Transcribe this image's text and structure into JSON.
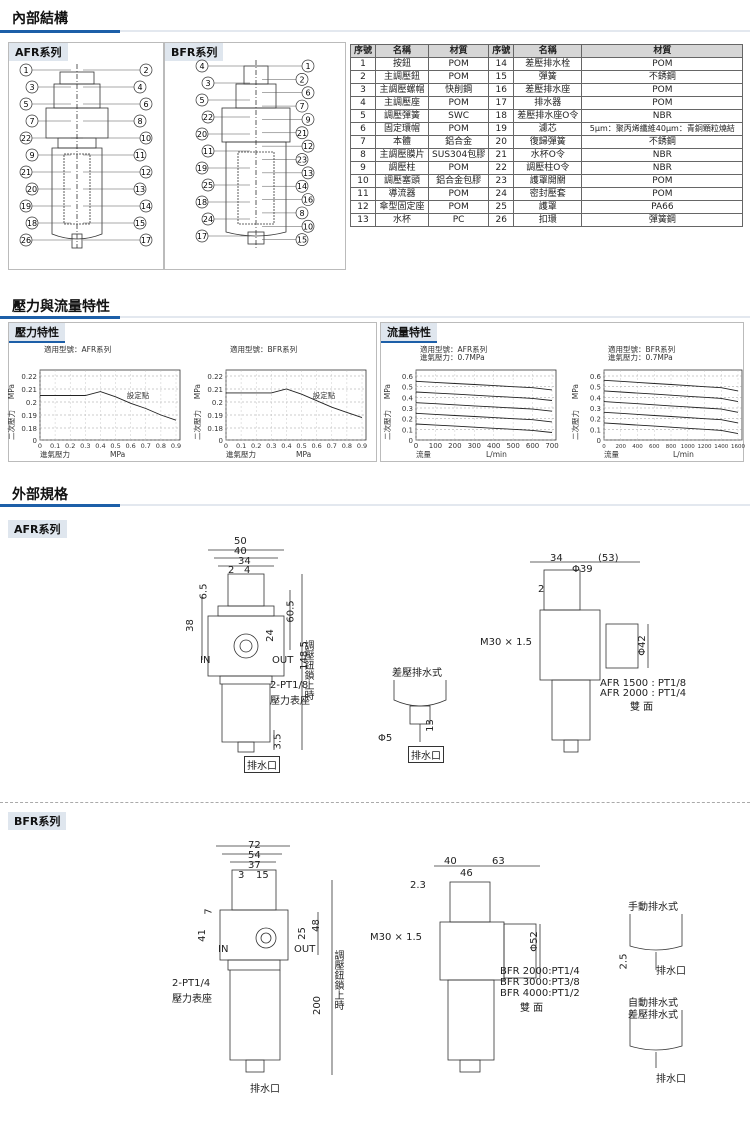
{
  "section1": {
    "title": "內部結構",
    "afr_tag": "AFR系列",
    "bfr_tag": "BFR系列"
  },
  "parts_table": {
    "headers": [
      "序號",
      "名稱",
      "材質",
      "序號",
      "名稱",
      "材質"
    ],
    "rows": [
      [
        "1",
        "按鈕",
        "POM",
        "14",
        "差壓排水栓",
        "POM"
      ],
      [
        "2",
        "主調壓鈕",
        "POM",
        "15",
        "彈簧",
        "不銹鋼"
      ],
      [
        "3",
        "主調壓螺帽",
        "快削鋼",
        "16",
        "差壓排水座",
        "POM"
      ],
      [
        "4",
        "主調壓座",
        "POM",
        "17",
        "排水器",
        "POM"
      ],
      [
        "5",
        "調壓彈簧",
        "SWC",
        "18",
        "差壓排水座O令",
        "NBR"
      ],
      [
        "6",
        "固定環帽",
        "POM",
        "19",
        "濾芯",
        "5μm：聚丙烯纖維40μm：青銅顆粒燒結"
      ],
      [
        "7",
        "本體",
        "鋁合金",
        "20",
        "復歸彈簧",
        "不銹鋼"
      ],
      [
        "8",
        "主調壓膜片",
        "SUS304包膠",
        "21",
        "水杯O令",
        "NBR"
      ],
      [
        "9",
        "調壓柱",
        "POM",
        "22",
        "調壓柱O令",
        "NBR"
      ],
      [
        "10",
        "調壓塞頭",
        "鋁合金包膠",
        "23",
        "護罩開關",
        "POM"
      ],
      [
        "11",
        "導流器",
        "POM",
        "24",
        "密封壓套",
        "POM"
      ],
      [
        "12",
        "傘型固定座",
        "POM",
        "25",
        "護罩",
        "PA66"
      ],
      [
        "13",
        "水杯",
        "PC",
        "26",
        "扣環",
        "彈簧鋼"
      ]
    ]
  },
  "afr_numbers_left": [
    "1",
    "3",
    "5",
    "7",
    "22",
    "9",
    "21",
    "20",
    "19",
    "18",
    "26"
  ],
  "afr_numbers_right": [
    "2",
    "4",
    "6",
    "8",
    "10",
    "11",
    "12",
    "13",
    "14",
    "15",
    "17"
  ],
  "bfr_numbers_left": [
    "4",
    "3",
    "5",
    "22",
    "20",
    "11",
    "19",
    "25",
    "18",
    "24",
    "17"
  ],
  "bfr_numbers_right": [
    "1",
    "2",
    "6",
    "7",
    "9",
    "21",
    "12",
    "23",
    "13",
    "14",
    "16",
    "8",
    "10",
    "15"
  ],
  "section2": {
    "title": "壓力與流量特性",
    "pressure_tag": "壓力特性",
    "flow_tag": "流量特性"
  },
  "chart_data": [
    {
      "type": "line",
      "title": "適用型號：AFR系列",
      "xlabel": "進氣壓力",
      "xunit": "MPa",
      "ylabel": "二次壓力",
      "yunit": "MPa",
      "x": [
        0,
        0.1,
        0.2,
        0.3,
        0.4,
        0.5,
        0.6,
        0.7,
        0.8,
        0.9
      ],
      "yticks": [
        0.22,
        0.21,
        0.2,
        0.19,
        0.18,
        0
      ],
      "annotation": "設定點",
      "series": [
        {
          "values": [
            0.205,
            0.205,
            0.205,
            0.205,
            0.208,
            0.204,
            0.199,
            0.195,
            0.19,
            0.186
          ]
        }
      ]
    },
    {
      "type": "line",
      "title": "適用型號：BFR系列",
      "xlabel": "進氣壓力",
      "xunit": "MPa",
      "ylabel": "二次壓力",
      "yunit": "MPa",
      "x": [
        0,
        0.1,
        0.2,
        0.3,
        0.4,
        0.5,
        0.6,
        0.7,
        0.8,
        0.9
      ],
      "yticks": [
        0.22,
        0.21,
        0.2,
        0.19,
        0.18,
        0
      ],
      "annotation": "設定點",
      "series": [
        {
          "values": [
            0.207,
            0.207,
            0.207,
            0.207,
            0.21,
            0.206,
            0.201,
            0.196,
            0.192,
            0.188
          ]
        }
      ]
    },
    {
      "type": "line",
      "title": "適用型號：AFR系列",
      "subtitle": "進氣壓力：0.7MPa",
      "xlabel": "流量",
      "xunit": "L/min",
      "ylabel": "二次壓力",
      "yunit": "MPa",
      "xticks": [
        0,
        100,
        200,
        300,
        400,
        500,
        600,
        700
      ],
      "yticks": [
        0.6,
        0.5,
        0.4,
        0.3,
        0.2,
        0.1,
        0
      ],
      "series": [
        {
          "values": [
            0.55,
            0.54,
            0.53,
            0.52,
            0.51,
            0.5,
            0.49,
            0.47
          ]
        },
        {
          "values": [
            0.45,
            0.44,
            0.43,
            0.42,
            0.41,
            0.4,
            0.39,
            0.37
          ]
        },
        {
          "values": [
            0.35,
            0.34,
            0.33,
            0.32,
            0.31,
            0.3,
            0.29,
            0.27
          ]
        },
        {
          "values": [
            0.25,
            0.24,
            0.23,
            0.22,
            0.21,
            0.2,
            0.19,
            0.17
          ]
        },
        {
          "values": [
            0.15,
            0.14,
            0.13,
            0.12,
            0.11,
            0.1,
            0.09,
            0.07
          ]
        }
      ]
    },
    {
      "type": "line",
      "title": "適用型號：BFR系列",
      "subtitle": "進氣壓力：0.7MPa",
      "xlabel": "流量",
      "xunit": "L/min",
      "ylabel": "二次壓力",
      "yunit": "MPa",
      "xticks": [
        0,
        200,
        400,
        600,
        800,
        1000,
        1200,
        1400,
        1600
      ],
      "yticks": [
        0.6,
        0.5,
        0.4,
        0.3,
        0.2,
        0.1,
        0
      ],
      "series": [
        {
          "values": [
            0.56,
            0.55,
            0.54,
            0.53,
            0.52,
            0.51,
            0.5,
            0.49,
            0.46
          ]
        },
        {
          "values": [
            0.46,
            0.45,
            0.44,
            0.43,
            0.42,
            0.41,
            0.4,
            0.39,
            0.36
          ]
        },
        {
          "values": [
            0.36,
            0.35,
            0.34,
            0.33,
            0.32,
            0.31,
            0.3,
            0.29,
            0.26
          ]
        },
        {
          "values": [
            0.26,
            0.25,
            0.24,
            0.23,
            0.22,
            0.21,
            0.2,
            0.19,
            0.16
          ]
        },
        {
          "values": [
            0.16,
            0.15,
            0.14,
            0.13,
            0.12,
            0.11,
            0.1,
            0.09,
            0.06
          ]
        }
      ]
    }
  ],
  "section3": {
    "title": "外部規格",
    "afr_tag": "AFR系列",
    "bfr_tag": "BFR系列"
  },
  "afr_dims": {
    "d50": "50",
    "d40": "40",
    "d34": "34",
    "d2": "2",
    "d4": "4",
    "d6_5": "6.5",
    "d38": "38",
    "d60_5": "60.5",
    "d24": "24",
    "d148_5": "148.5",
    "d3_5": "3.5",
    "in": "IN",
    "out": "OUT",
    "port": "2-PT1/8",
    "gauge": "壓力表座",
    "adjust": "調壓鈕鎖上時",
    "drain": "排水口",
    "side_34": "34",
    "side_53": "(53)",
    "phi39": "Φ39",
    "side_2": "2",
    "m30": "M30 × 1.5",
    "phi42": "Φ42",
    "model1": "AFR 1500 : PT1/8",
    "model2": "AFR 2000 : PT1/4",
    "both": "雙 面",
    "diff_title": "差壓排水式",
    "diff_13": "13",
    "diff_phi5": "Φ5",
    "diff_drain": "排水口"
  },
  "bfr_dims": {
    "d72": "72",
    "d54": "54",
    "d37": "37",
    "d3": "3",
    "d15": "15",
    "d7": "7",
    "d41": "41",
    "d25": "25",
    "d48": "48",
    "d200": "200",
    "in": "IN",
    "out": "OUT",
    "port": "2-PT1/4",
    "gauge": "壓力表座",
    "adjust": "調壓鈕鎖上時",
    "drain": "排水口",
    "side_40": "40",
    "side_63": "63",
    "side_46": "46",
    "side_2_3": "2.3",
    "m30": "M30 × 1.5",
    "phi52": "Φ52",
    "model1": "BFR 2000:PT1/4",
    "model2": "BFR 3000:PT3/8",
    "model3": "BFR 4000:PT1/2",
    "both": "雙 面",
    "manual_title": "手動排水式",
    "manual_2_5": "2.5",
    "manual_drain": "排水口",
    "auto_title1": "自動排水式",
    "auto_title2": "差壓排水式",
    "auto_drain": "排水口"
  }
}
